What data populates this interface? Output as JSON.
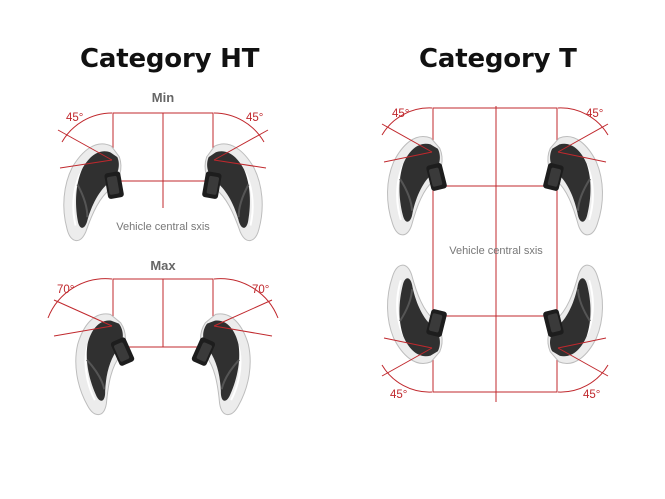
{
  "left_panel": {
    "title": "Category HT",
    "top": {
      "label": "Min",
      "angle": "45°",
      "axis_label": "Vehicle central sxis"
    },
    "bottom": {
      "label": "Max",
      "angle": "70°"
    }
  },
  "right_panel": {
    "title": "Category T",
    "angle": "45°",
    "axis_label": "Vehicle central sxis"
  },
  "colors": {
    "dimension_red": "#c0282d",
    "text_gray": "#666666",
    "light_gray": "#e8e8e8",
    "dark_body": "#2b2b2b"
  }
}
